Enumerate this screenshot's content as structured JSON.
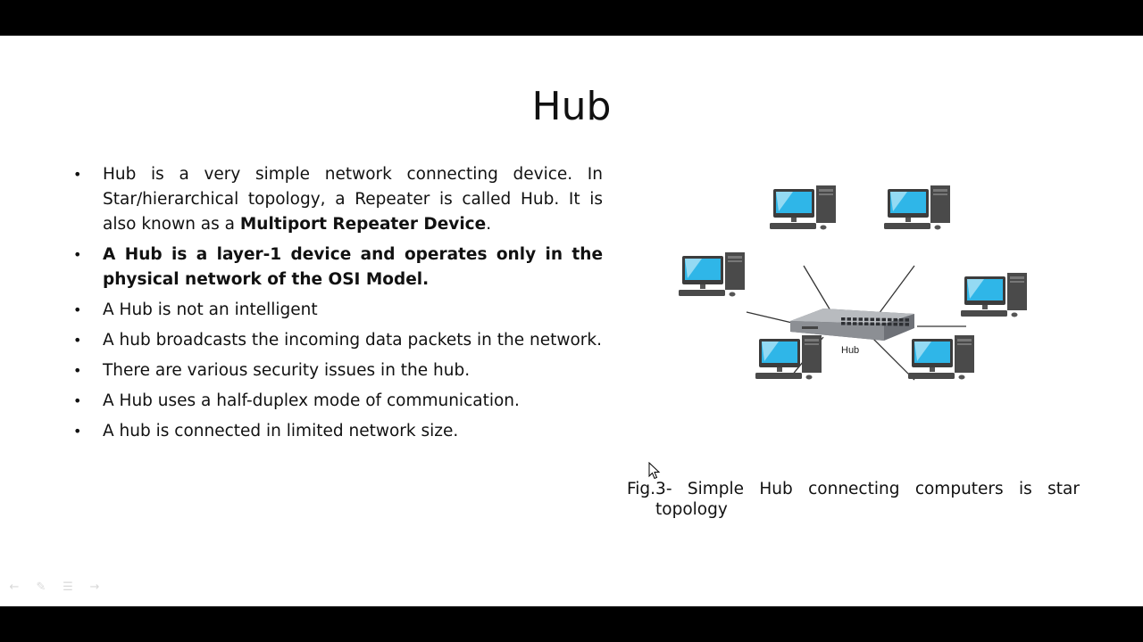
{
  "slide": {
    "title": "Hub",
    "bullets": [
      {
        "parts": [
          {
            "text": "Hub is a very simple network connecting device. In Star/hierarchical topology, a Repeater is called Hub. It is also known as a ",
            "bold": false
          },
          {
            "text": "Multiport Repeater Device",
            "bold": true
          },
          {
            "text": ".",
            "bold": false
          }
        ]
      },
      {
        "parts": [
          {
            "text": "A Hub is a layer-1 device and operates only in the physical network of the OSI Model.",
            "bold": true
          }
        ]
      },
      {
        "parts": [
          {
            "text": "A Hub is not an intelligent",
            "bold": false
          }
        ]
      },
      {
        "parts": [
          {
            "text": "A hub broadcasts the incoming data packets in the network.",
            "bold": false
          }
        ]
      },
      {
        "parts": [
          {
            "text": "There are various security issues in the hub.",
            "bold": false
          }
        ]
      },
      {
        "parts": [
          {
            "text": "A Hub uses a half-duplex mode of communication.",
            "bold": false
          }
        ]
      },
      {
        "parts": [
          {
            "text": "A hub is connected in limited network size.",
            "bold": false
          }
        ]
      }
    ],
    "diagram": {
      "hub_label": "Hub"
    },
    "caption": {
      "line1": "Fig.3- Simple Hub connecting computers is star",
      "line2": "topology"
    }
  },
  "colors": {
    "screen": "#2fb6e8",
    "tower": "#4a4a4a",
    "hub_body": "#8c8f94",
    "link": "#333333"
  },
  "nav_icons": [
    "arrow-left-icon",
    "pen-icon",
    "menu-icon",
    "arrow-right-icon"
  ]
}
